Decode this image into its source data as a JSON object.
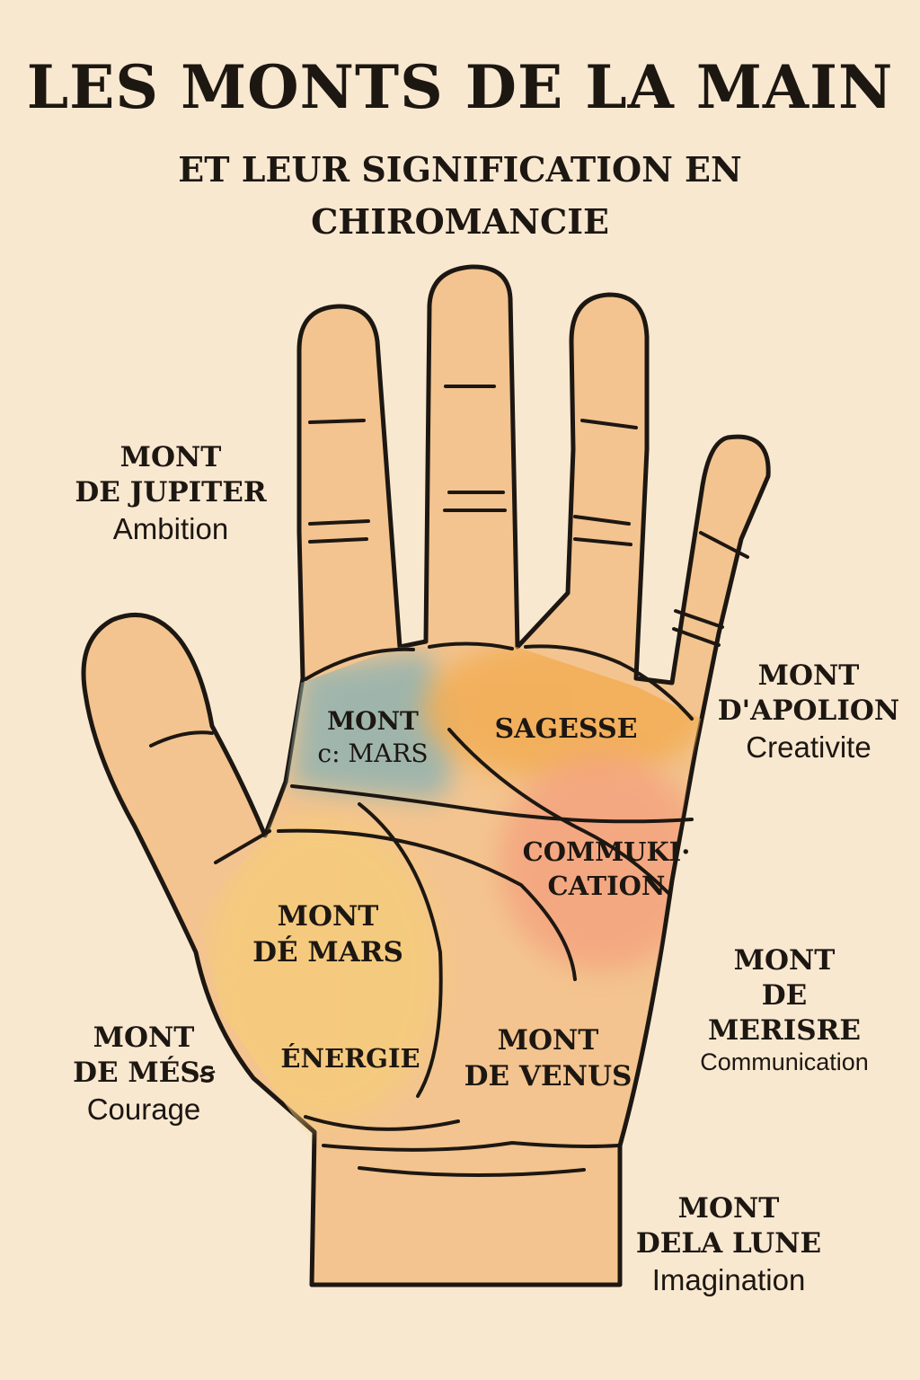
{
  "title": "LES MONTS DE LA MAIN",
  "subtitle": "ET LEUR SIGNIFICATION EN CHIROMANCIE",
  "outside_labels": {
    "jupiter": {
      "line1": "MONT",
      "line2": "DE JUPITER",
      "meaning": "Ambition"
    },
    "apolion": {
      "line1": "MONT",
      "line2": "D'APOLION",
      "meaning": "Creativite"
    },
    "merisre": {
      "line1": "MONT",
      "line2": "DE MERISRE",
      "meaning": "Communication"
    },
    "mesi": {
      "line1": "MONT",
      "line2": "DE MÉSꞩ",
      "meaning": "Courage"
    },
    "lune": {
      "line1": "MONT",
      "line2": "DELA LUNE",
      "meaning": "Imagination"
    }
  },
  "palm_labels": {
    "mont_c_mars": {
      "line1": "MONT",
      "line2": "c: MARS"
    },
    "sagesse": {
      "line1": "SAGESSE"
    },
    "communication": {
      "line1": "COMMUKI·",
      "line2": "CATION"
    },
    "mont_de_mars": {
      "line1": "MONT",
      "line2": "DÉ MARS"
    },
    "energie": {
      "line1": "ÉNERGIE"
    },
    "mont_de_venus": {
      "line1": "MONT",
      "line2": "DE VENUS"
    }
  },
  "colors": {
    "background": "#f9e8d0",
    "skin": "#f3c48f",
    "outline": "#1d1712",
    "zone_blue": "#9bb5ad",
    "zone_orange": "#f2ad55",
    "zone_salmon": "#f4a47f",
    "zone_yellow": "#f5cc7a"
  }
}
